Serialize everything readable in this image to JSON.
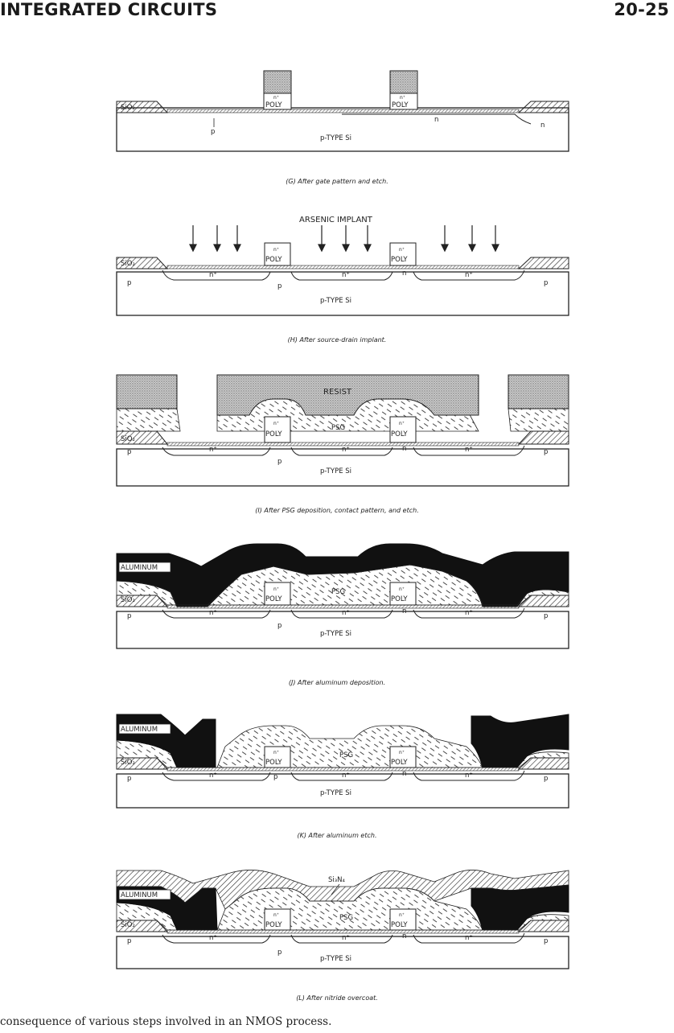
{
  "header": {
    "left": "INTEGRATED CIRCUITS",
    "right": "20-25"
  },
  "labels": {
    "sio2": "SiO₂",
    "poly": "POLY",
    "n_plus": "n⁺",
    "n": "n",
    "p": "p",
    "substrate": "p-TYPE Si",
    "implant": "ARSENIC IMPLANT",
    "resist": "RESIST",
    "psg": "PSG",
    "aluminum": "ALUMINUM",
    "si3n4": "Si₃N₄"
  },
  "captions": {
    "g": "(G) After gate pattern and etch.",
    "h": "(H) After source-drain implant.",
    "i": "(I) After PSG deposition, contact pattern, and etch.",
    "j": "(J) After aluminum deposition.",
    "k": "(K) After aluminum etch.",
    "l": "(L) After nitride overcoat."
  },
  "footer": "consequence of various steps involved in an NMOS process."
}
